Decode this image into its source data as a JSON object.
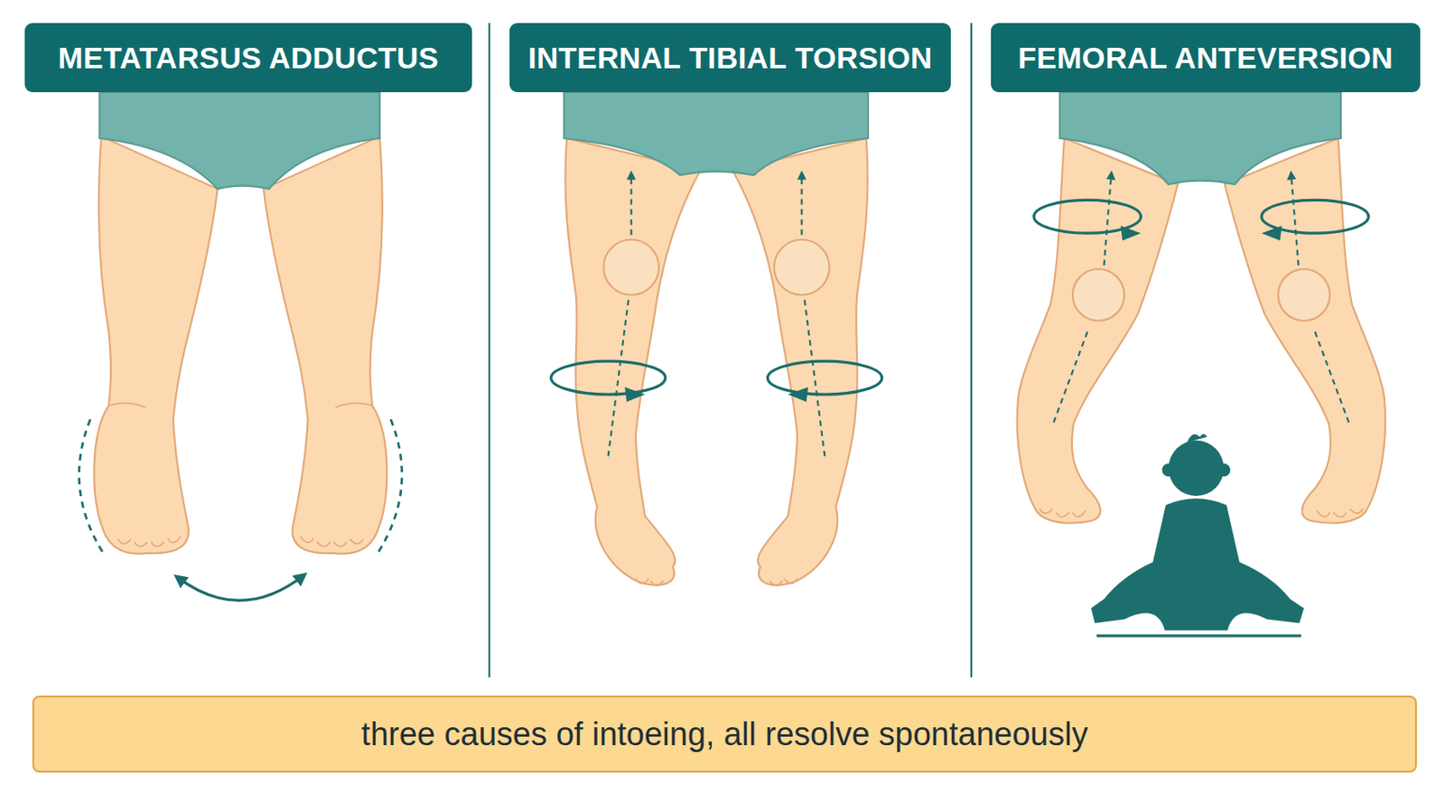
{
  "diagram": {
    "nodes": [
      {
        "text": [
          "METATARSUS ADDUCTUS"
        ]
      },
      {
        "text": [
          "INTERNAL TIBIAL TORSION"
        ]
      },
      {
        "text": [
          "FEMORAL ANTEVERSION"
        ]
      },
      {
        "text": [
          "three causes of intoeing, all resolve spontaneously"
        ]
      }
    ]
  }
}
